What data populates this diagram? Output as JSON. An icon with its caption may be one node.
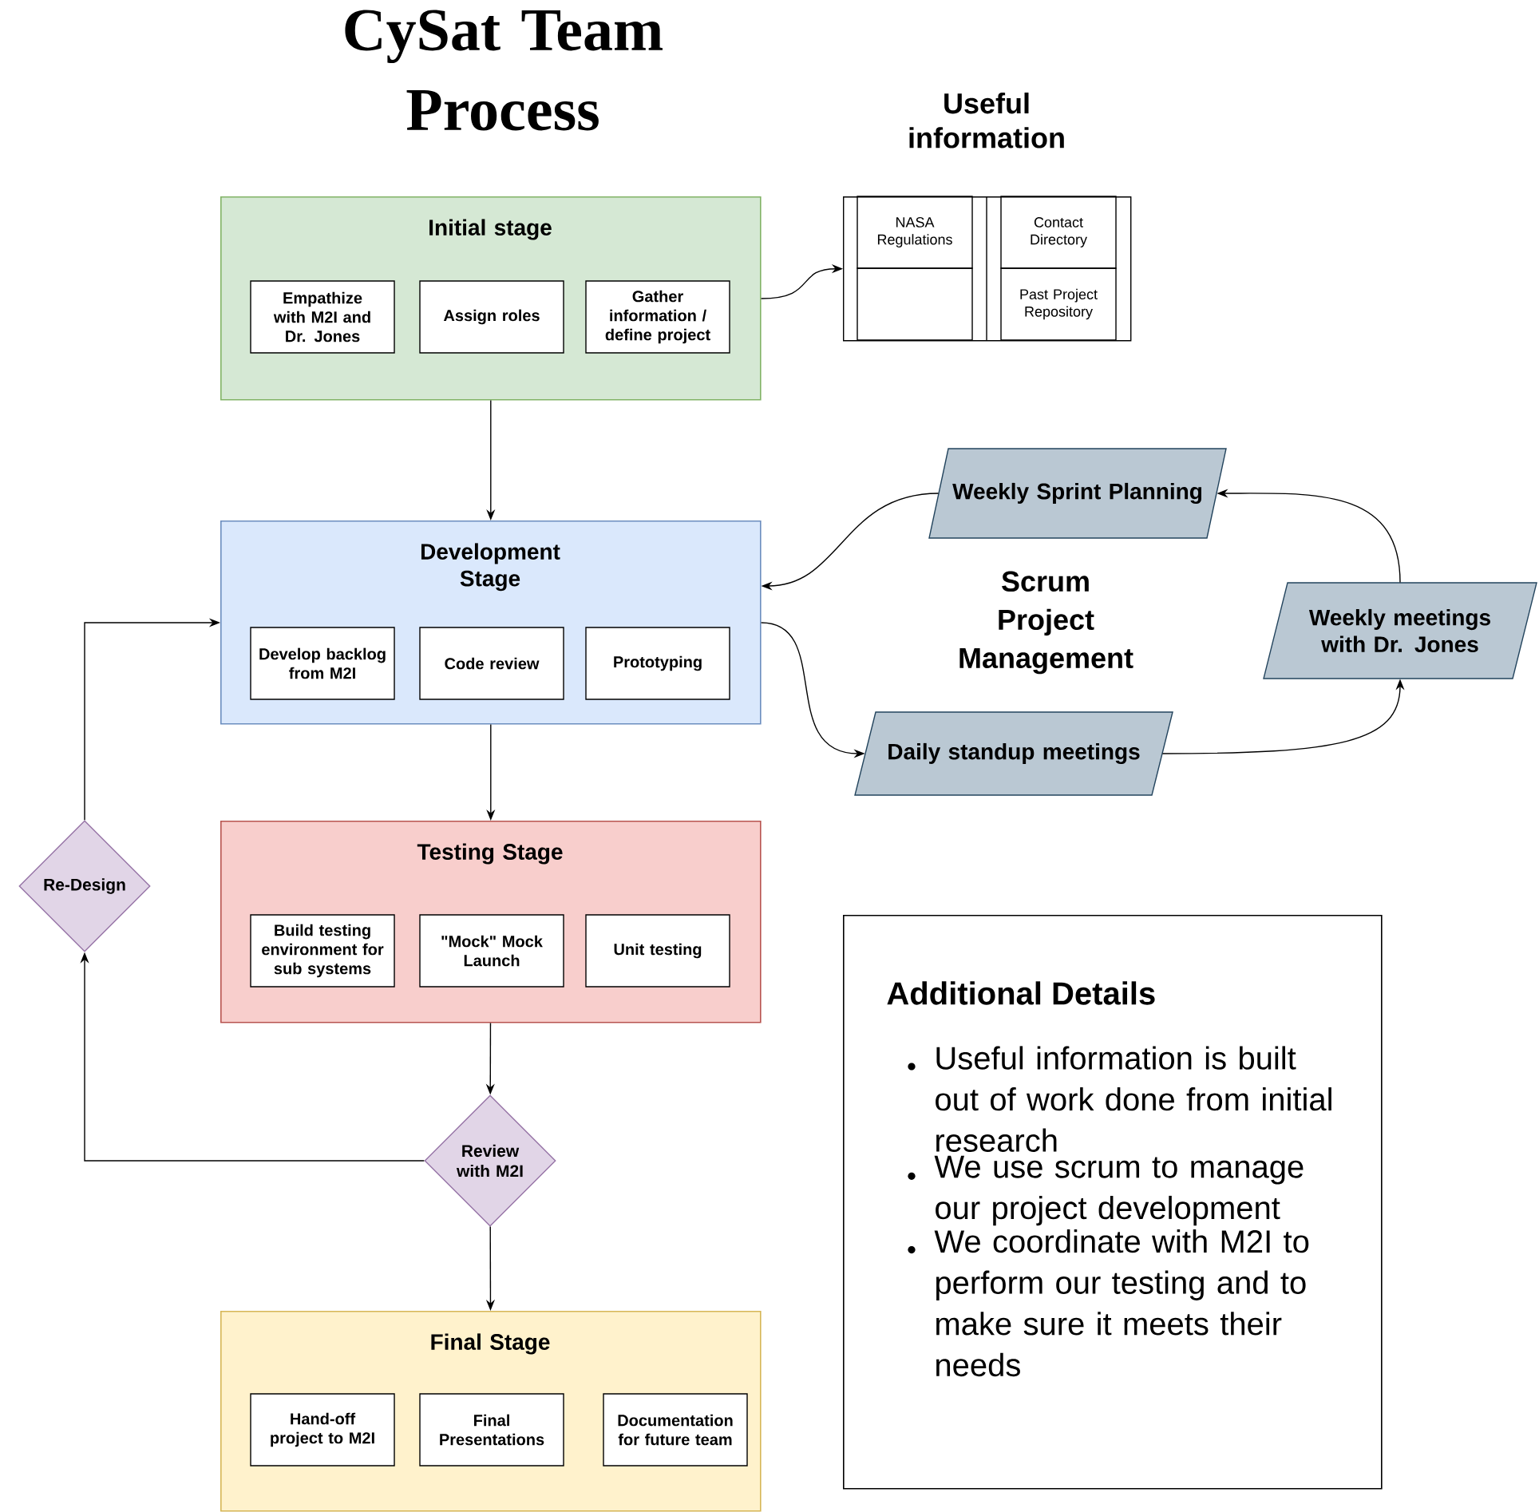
{
  "diagram": {
    "title": "CySat Team Process",
    "nodes": [
      {
        "text": [
          "Initial stage"
        ]
      },
      {
        "text": [
          "Empathize with M2I and Dr. Jones"
        ],
        "in": 0
      },
      {
        "text": [
          "Assign roles"
        ],
        "in": 0
      },
      {
        "text": [
          "Gather information / define project"
        ],
        "in": 0
      },
      {
        "text": [
          "Useful information"
        ]
      },
      {
        "text": [
          "NASA Regulations"
        ],
        "in": 4
      },
      {
        "text": [
          "Contact Directory"
        ],
        "in": 4
      },
      {
        "text": [],
        "shape": "box",
        "in": 4
      },
      {
        "text": [
          "Past Project Repository"
        ],
        "in": 4
      },
      {
        "text": [
          "Development Stage"
        ]
      },
      {
        "text": [
          "Develop backlog from M2I"
        ],
        "in": 9
      },
      {
        "text": [
          "Code review"
        ],
        "in": 9
      },
      {
        "text": [
          "Prototyping"
        ],
        "in": 9
      },
      {
        "text": [
          "Weekly Sprint Planning"
        ]
      },
      {
        "text": [
          "Weekly meetings with Dr. Jones"
        ]
      },
      {
        "text": [
          "Daily standup meetings"
        ]
      },
      {
        "text": [
          "Testing Stage"
        ]
      },
      {
        "text": [
          "Build testing environment for sub systems"
        ],
        "in": 16
      },
      {
        "text": [
          "\"Mock\" Mock Launch"
        ],
        "in": 16
      },
      {
        "text": [
          "Unit testing"
        ],
        "in": 16
      },
      {
        "text": [
          "Re-Design"
        ]
      },
      {
        "text": [
          "Review with M2I"
        ]
      },
      {
        "text": [
          "Final Stage"
        ]
      },
      {
        "text": [
          "Hand-off project to M2I"
        ],
        "in": 22
      },
      {
        "text": [
          "Final Presentations"
        ],
        "in": 22
      },
      {
        "text": [
          "Documentation for future team"
        ],
        "in": 22
      },
      {
        "text": [
          "Additional Details",
          "Useful information is built out of work done from initial research",
          "We use scrum to manage our project development",
          "We coordinate with M2I to perform our testing and to make sure it meets their needs"
        ]
      }
    ],
    "edges": [
      {
        "from": 0,
        "to": 4,
        "arrow": "to"
      },
      {
        "from": 0,
        "to": 9,
        "arrow": "to"
      },
      {
        "from": 13,
        "to": 9,
        "arrow": "to"
      },
      {
        "from": 9,
        "to": 15,
        "arrow": "to"
      },
      {
        "from": 15,
        "to": 14,
        "arrow": "to"
      },
      {
        "from": 14,
        "to": 13,
        "arrow": "to"
      },
      {
        "from": 9,
        "to": 16,
        "arrow": "to"
      },
      {
        "from": 16,
        "to": 21,
        "arrow": "to"
      },
      {
        "from": 21,
        "to": 20,
        "arrow": "to"
      },
      {
        "from": 20,
        "to": 9,
        "arrow": "to"
      },
      {
        "from": 21,
        "to": 22,
        "arrow": "to"
      }
    ],
    "labels": [
      "Scrum Project Management"
    ]
  }
}
